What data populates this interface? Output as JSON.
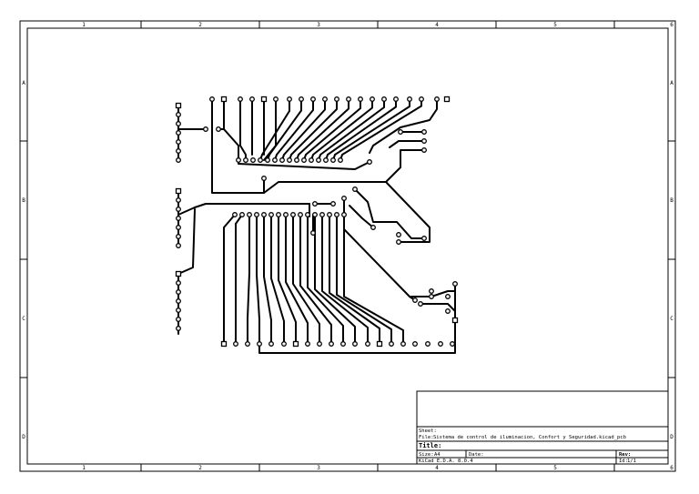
{
  "frame": {
    "col_labels": [
      "1",
      "2",
      "3",
      "4",
      "5",
      "6"
    ],
    "row_labels": [
      "A",
      "B",
      "C",
      "D"
    ]
  },
  "title_block": {
    "sheet_label": "Sheet:",
    "file_label": "File:",
    "file_name": "Sistema de control de iluminacion, Confort y Seguridad.kicad_pcb",
    "title_label": "Title:",
    "size_label": "Size:",
    "size_value": "A4",
    "date_label": "Date:",
    "date_value": "",
    "rev_label": "Rev:",
    "rev_value": "",
    "tool": "KiCad E.D.A.  8.0.4",
    "id_label": "Id:",
    "id_value": "1/1"
  },
  "colors": {
    "ink": "#000000",
    "paper": "#ffffff"
  }
}
